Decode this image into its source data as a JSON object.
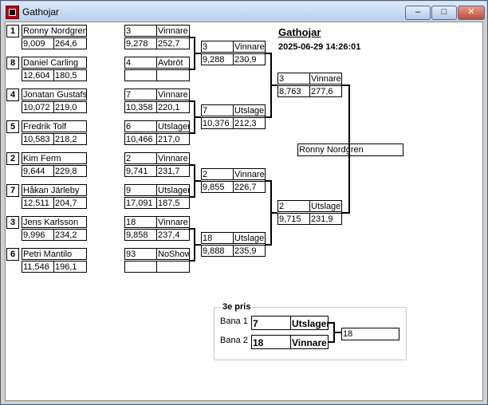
{
  "window": {
    "title": "Gathojar",
    "minimize_glyph": "–",
    "maximize_glyph": "□",
    "close_glyph": "✕"
  },
  "header": {
    "title": "Gathojar",
    "datetime": "2025-06-29 14:26:01"
  },
  "round1": [
    {
      "seed": "1",
      "name": "Ronny Nordgren",
      "score": "9,009",
      "avg": "264,6"
    },
    {
      "seed": "8",
      "name": "Daniel Carling",
      "score": "12,604",
      "avg": "180,5"
    },
    {
      "seed": "4",
      "name": "Jonatan Gustafsson",
      "score": "10,072",
      "avg": "219,0"
    },
    {
      "seed": "5",
      "name": "Fredrik Tolf",
      "score": "10,583",
      "avg": "218,2"
    },
    {
      "seed": "2",
      "name": "Kim Ferm",
      "score": "9,644",
      "avg": "229,8"
    },
    {
      "seed": "7",
      "name": "Håkan Järleby",
      "score": "12,511",
      "avg": "204,7"
    },
    {
      "seed": "3",
      "name": "Jens Karlsson",
      "score": "9,996",
      "avg": "234,2"
    },
    {
      "seed": "6",
      "name": "Petri Mantilo",
      "score": "11,546",
      "avg": "196,1"
    }
  ],
  "round1_results": [
    {
      "lane": "3",
      "status": "Vinnare",
      "time": "9,278",
      "speed": "252,7"
    },
    {
      "lane": "4",
      "status": "Avbröt",
      "time": "",
      "speed": ""
    },
    {
      "lane": "7",
      "status": "Vinnare",
      "time": "10,358",
      "speed": "220,1"
    },
    {
      "lane": "6",
      "status": "Utslagen",
      "time": "10,466",
      "speed": "217,0"
    },
    {
      "lane": "2",
      "status": "Vinnare",
      "time": "9,741",
      "speed": "231,7"
    },
    {
      "lane": "9",
      "status": "Utslagen",
      "time": "17,091",
      "speed": "187,5"
    },
    {
      "lane": "18",
      "status": "Vinnare",
      "time": "9,858",
      "speed": "237,4"
    },
    {
      "lane": "93",
      "status": "NoShow",
      "time": "",
      "speed": ""
    }
  ],
  "round2_results": [
    {
      "lane": "3",
      "status": "Vinnare",
      "time": "9,288",
      "speed": "230,9"
    },
    {
      "lane": "7",
      "status": "Utslagen",
      "time": "10,376",
      "speed": "212,3"
    },
    {
      "lane": "2",
      "status": "Vinnare",
      "time": "9,855",
      "speed": "226,7"
    },
    {
      "lane": "18",
      "status": "Utslagen",
      "time": "9,888",
      "speed": "235,9"
    }
  ],
  "semifinal_results": [
    {
      "lane": "3",
      "status": "Vinnare",
      "time": "8,763",
      "speed": "277,6"
    },
    {
      "lane": "2",
      "status": "Utslagen",
      "time": "9,715",
      "speed": "231,9"
    }
  ],
  "champion": "Ronny Nordgren",
  "third_place": {
    "group_label": "3e pris",
    "lane1_label": "Bana 1",
    "lane1_num": "7",
    "lane1_status": "Utslagen",
    "lane2_label": "Bana 2",
    "lane2_num": "18",
    "lane2_status": "Vinnare",
    "result": "18"
  }
}
